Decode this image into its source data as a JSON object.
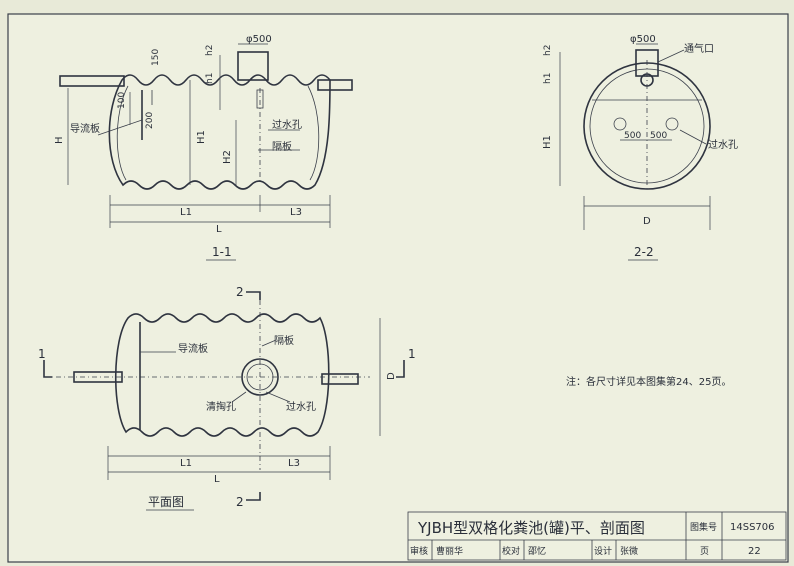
{
  "labels": {
    "sec11": "1-1",
    "sec22": "2-2",
    "plan": "平面图",
    "diversion_board": "导流板",
    "partition": "隔板",
    "overflow_hole": "过水孔",
    "vent": "通气口",
    "cleanout": "清掏孔",
    "mark1": "1",
    "mark2": "2"
  },
  "dims": {
    "d500": "φ500",
    "h1": "h1",
    "h2": "h2",
    "H": "H",
    "H1": "H1",
    "H2": "H2",
    "L": "L",
    "L1": "L1",
    "L3": "L3",
    "D": "D",
    "v150": "150",
    "v100": "100",
    "v200": "200",
    "v500": "500"
  },
  "note": "注：各尺寸详见本图集第24、25页。",
  "title_block": {
    "title": "YJBH型双格化粪池(罐)平、剖面图",
    "atlas_label": "图集号",
    "atlas_no": "14SS706",
    "review": "审核",
    "reviewer": "曹丽华",
    "check": "校对",
    "checker": "邵忆",
    "design": "设计",
    "designer": "张微",
    "page_label": "页",
    "page_no": "22"
  }
}
